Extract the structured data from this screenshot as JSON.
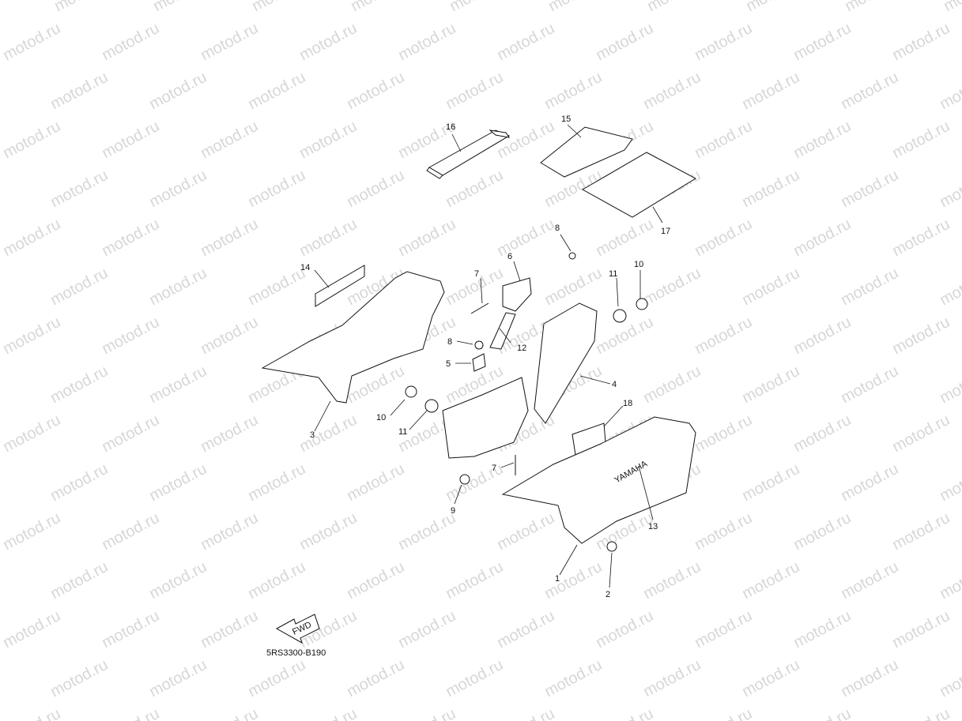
{
  "watermark_text": "motod.ru",
  "diagram": {
    "code": "5RS3300-B190",
    "fwd_arrow_text": "FWD",
    "brand_text": "YAMAHA",
    "part_numbers": [
      "1",
      "2",
      "3",
      "4",
      "5",
      "6",
      "7",
      "7",
      "8",
      "8",
      "9",
      "10",
      "10",
      "11",
      "11",
      "12",
      "13",
      "14",
      "15",
      "16",
      "17",
      "18"
    ]
  },
  "colors": {
    "line": "#111111",
    "watermark": "#d7d7d7"
  }
}
